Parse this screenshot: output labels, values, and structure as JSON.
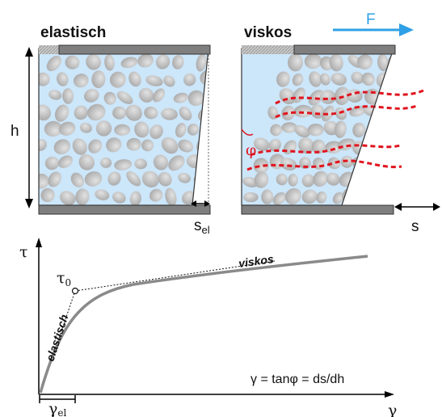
{
  "panels": {
    "left_title": "elastisch",
    "right_title": "viskos",
    "force_label": "F",
    "height_label": "h",
    "strain_el_label": "s",
    "strain_el_sub": "el",
    "strain_label": "s",
    "angle_label": "φ"
  },
  "graph": {
    "y_axis_label": "τ",
    "x_axis_label": "γ",
    "yield_label": "τ",
    "yield_sub": "0",
    "elastic_label": "elastisch",
    "viscous_label": "viskos",
    "equation": "γ = tanφ = ds/dh",
    "gamma_el_label": "γ",
    "gamma_el_sub": "el"
  },
  "colors": {
    "fluid": "#cce6fa",
    "particle": "#bebebe",
    "plate": "#7f7f7f",
    "shear_band": "#e0141e",
    "force_arrow": "#2fa0e6",
    "curve": "#8a8a8a"
  }
}
